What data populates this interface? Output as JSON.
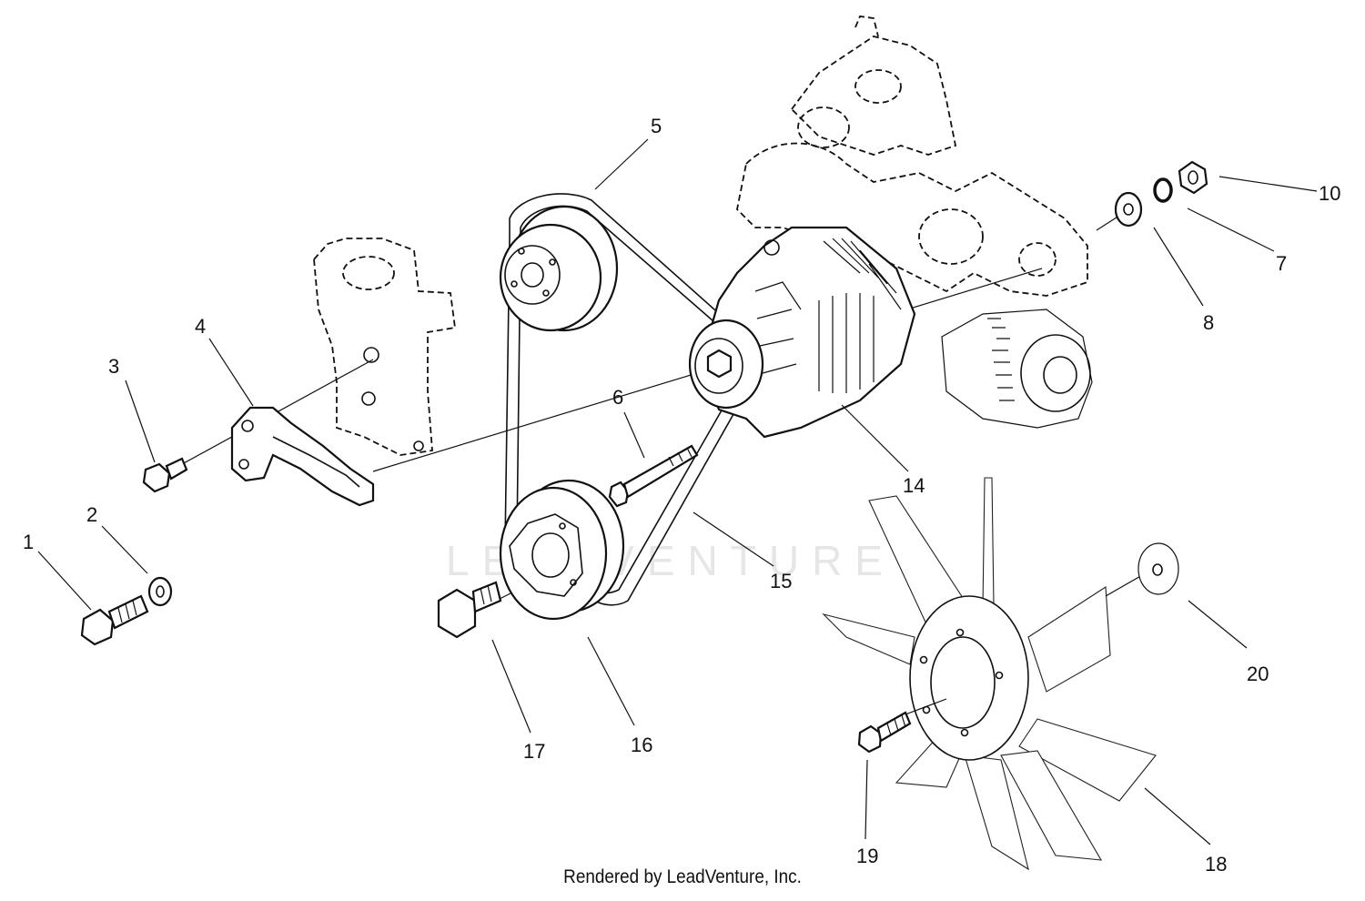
{
  "callouts": [
    "1",
    "2",
    "3",
    "4",
    "5",
    "6",
    "7",
    "8",
    "10",
    "14",
    "15",
    "16",
    "17",
    "18",
    "19",
    "20"
  ],
  "watermark": "LEADVENTURE",
  "footer": "Rendered by LeadVenture, Inc."
}
